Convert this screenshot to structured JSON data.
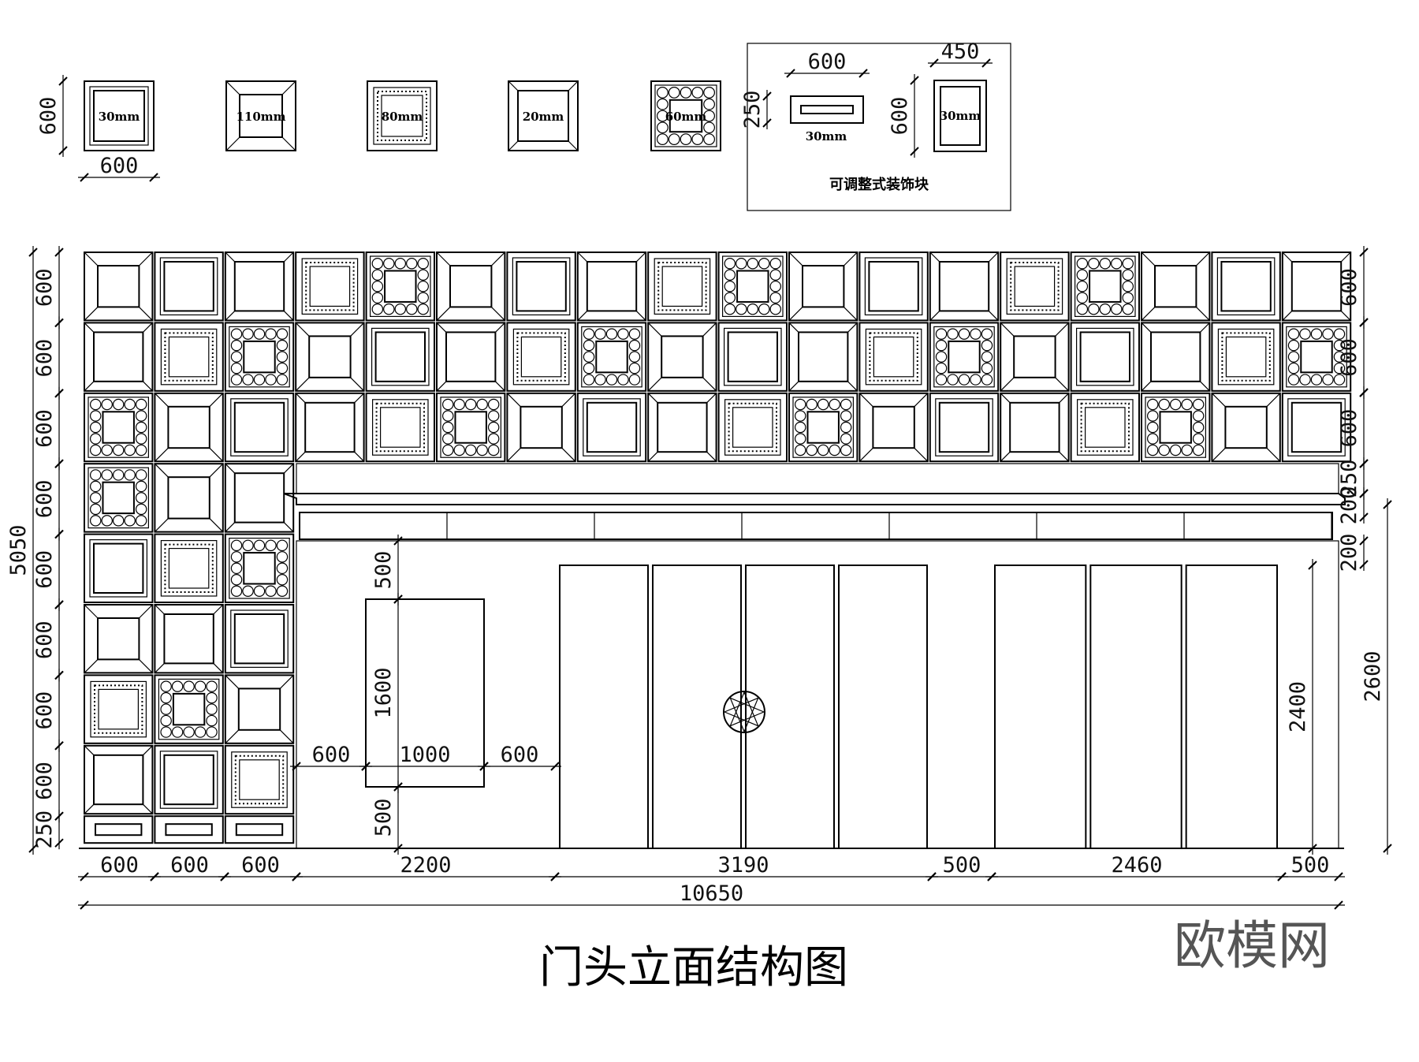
{
  "title": "门头立面结构图",
  "brand_mark": "欧模网",
  "legend": {
    "tile_labels": [
      "30mm",
      "110mm",
      "80mm",
      "20mm",
      "60mm"
    ],
    "tile_width": "600",
    "tile_height": "600",
    "adjustable_box": {
      "caption": "可调整式装饰块",
      "horizontal_width": "600",
      "horizontal_height": "250",
      "horizontal_label": "30mm",
      "vertical_width": "450",
      "vertical_height": "600",
      "vertical_label": "30mm"
    }
  },
  "dimensions": {
    "left_rows": [
      "600",
      "600",
      "600",
      "600",
      "600",
      "600",
      "600",
      "600",
      "250"
    ],
    "left_total": "5050",
    "right_rows": [
      "600",
      "600",
      "600",
      "250",
      "200",
      "200"
    ],
    "right_total": "2600",
    "door_height": "2400",
    "bottom": [
      "600",
      "600",
      "600",
      "2200",
      "3190",
      "500",
      "2460",
      "500"
    ],
    "bottom_total": "10650",
    "window": {
      "top": "500",
      "height": "1600",
      "bottom": "500",
      "left": "600",
      "width": "1000",
      "right": "600"
    }
  },
  "facade": {
    "tile_grid_columns": 18,
    "tile_grid_rows": 3,
    "left_column_count": 3,
    "left_rows_below": 5,
    "door_groups": [
      4,
      3
    ]
  }
}
